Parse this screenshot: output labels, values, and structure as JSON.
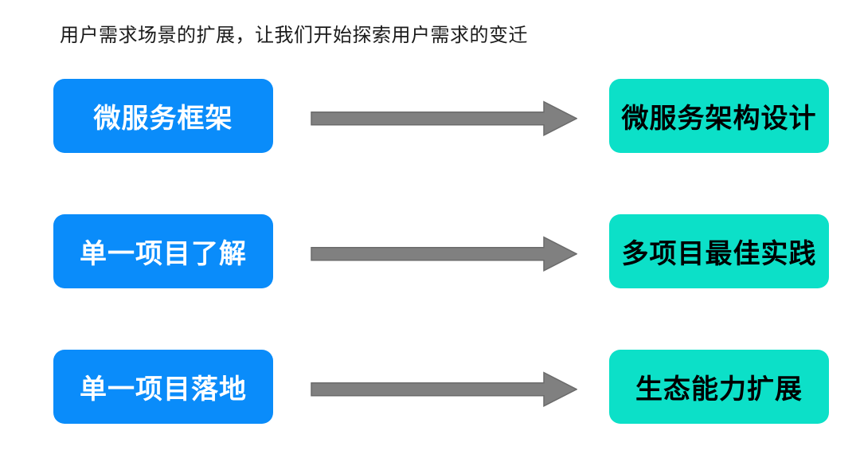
{
  "title": "用户需求场景的扩展，让我们开始探索用户需求的变迁",
  "colors": {
    "background": "#ffffff",
    "left_box": "#0a8cfa",
    "right_box": "#0ce0c8",
    "arrow": "#808080",
    "arrow_border": "#6b6b6b",
    "title_text": "#1a1a1a",
    "left_text": "#ffffff",
    "right_text": "#000000"
  },
  "rows": [
    {
      "left": "微服务框架",
      "right": "微服务架构设计"
    },
    {
      "left": "单一项目了解",
      "right": "多项目最佳实践"
    },
    {
      "left": "单一项目落地",
      "right": "生态能力扩展"
    }
  ]
}
